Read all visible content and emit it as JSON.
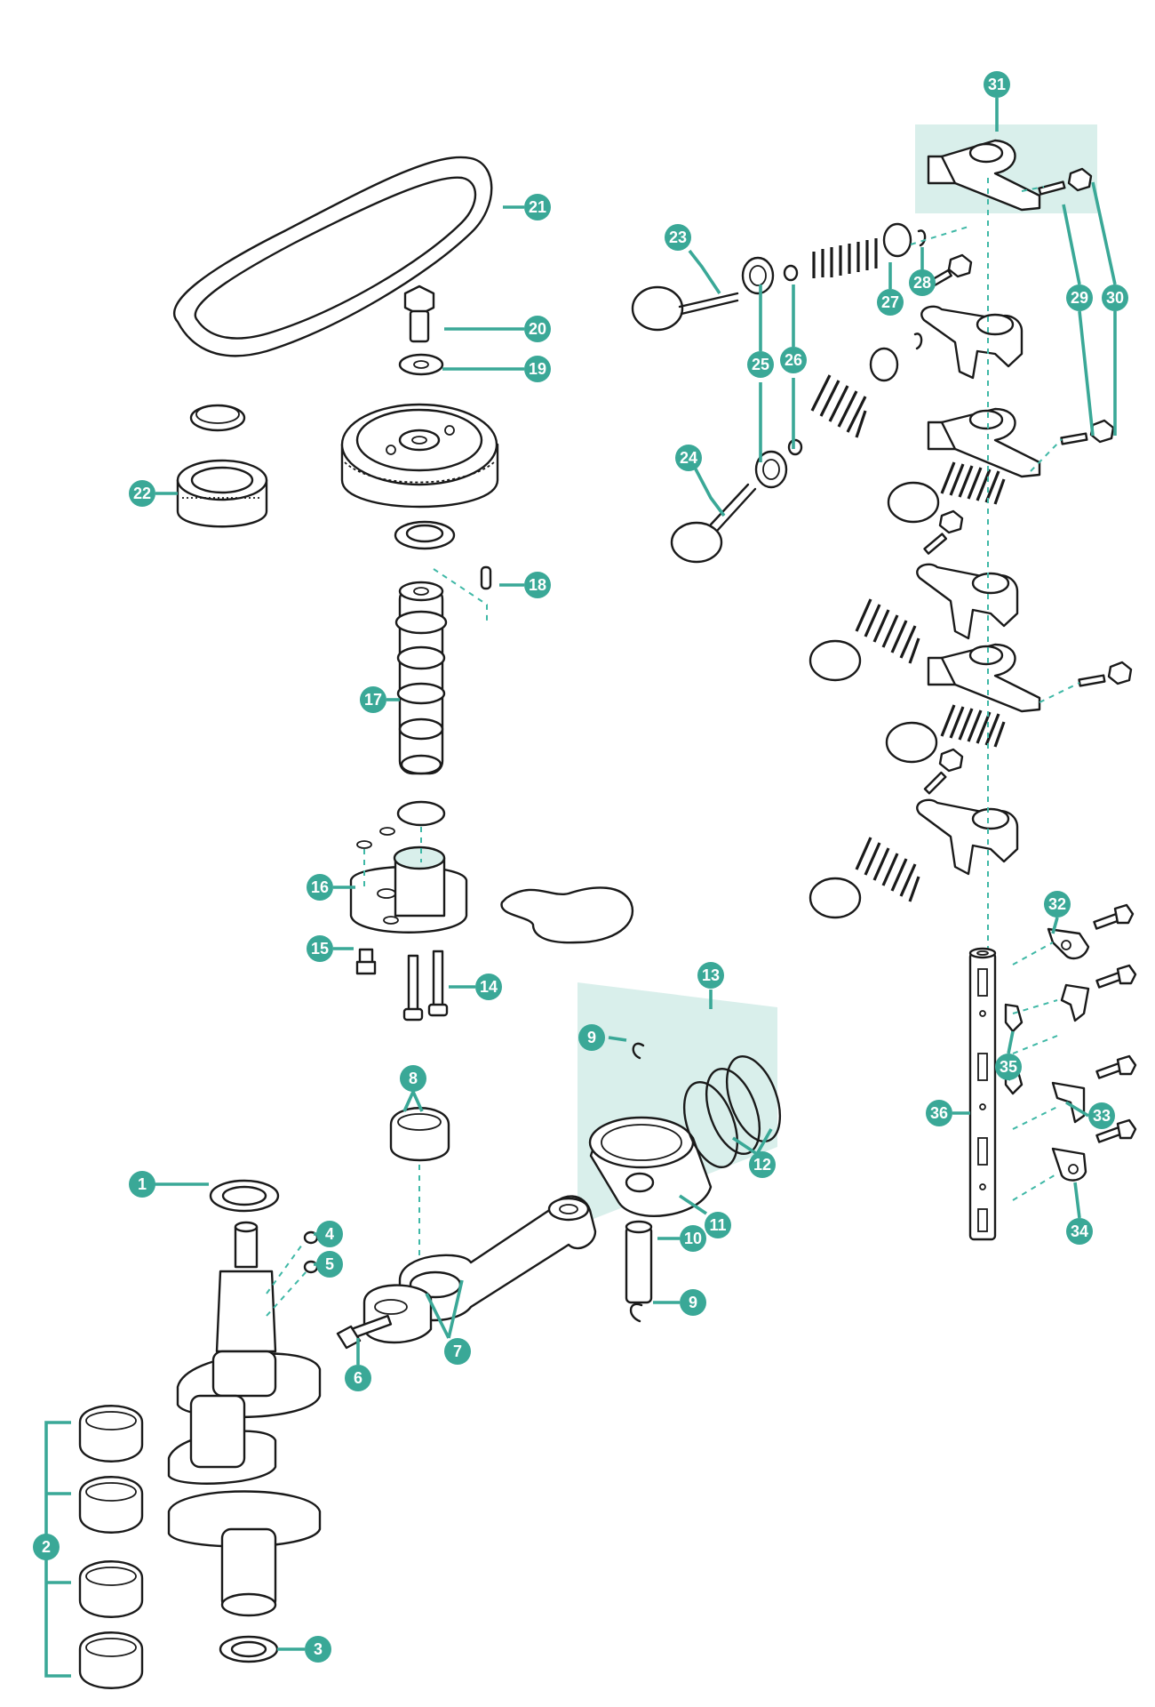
{
  "colors": {
    "accent": "#3aa897",
    "highlight": "#d9efeb",
    "line": "#1a1a1a"
  },
  "callouts": [
    "1",
    "2",
    "3",
    "4",
    "5",
    "6",
    "7",
    "8",
    "9",
    "9",
    "10",
    "11",
    "12",
    "13",
    "14",
    "15",
    "16",
    "17",
    "18",
    "19",
    "20",
    "21",
    "22",
    "23",
    "24",
    "25",
    "26",
    "27",
    "28",
    "29",
    "30",
    "31",
    "32",
    "33",
    "34",
    "35",
    "36"
  ]
}
